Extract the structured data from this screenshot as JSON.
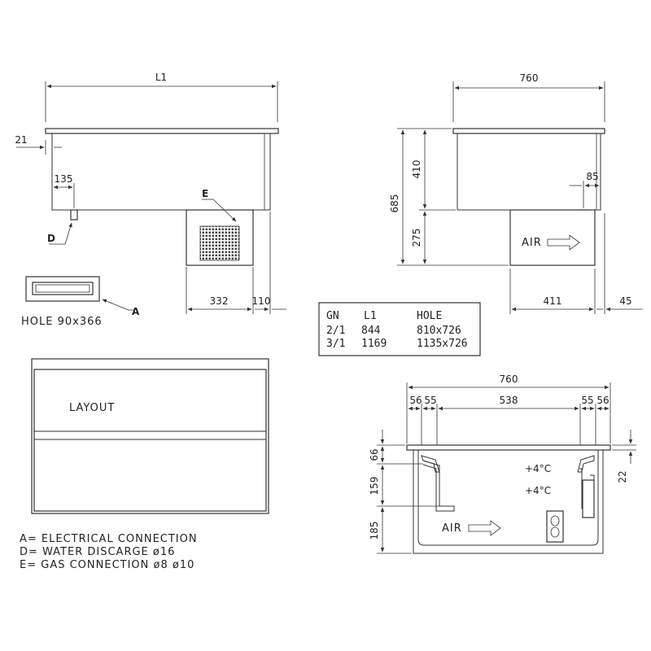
{
  "front_view": {
    "dim_length": "L1",
    "dim_lip": "21",
    "dim_drain_offset": "135",
    "dim_unit_width": "332",
    "dim_unit_offset": "110",
    "label_drain": "D",
    "label_gas": "E",
    "label_electrical": "A",
    "hole_label": "HOLE 90x366"
  },
  "side_view": {
    "dim_width": "760",
    "dim_total_height": "685",
    "dim_tank_height": "410",
    "dim_unit_height": "275",
    "dim_drain_offset": "85",
    "dim_unit_width": "411",
    "dim_unit_offset": "45",
    "air_label": "AIR"
  },
  "table": {
    "headers": [
      "GN",
      "L1",
      "HOLE"
    ],
    "rows": [
      [
        "2/1",
        "844",
        "810x726"
      ],
      [
        "3/1",
        "1169",
        "1135x726"
      ]
    ]
  },
  "layout_view": {
    "label": "LAYOUT"
  },
  "section_view": {
    "dim_width": "760",
    "dims_top": [
      "56",
      "55",
      "538",
      "55",
      "56"
    ],
    "dim_rim": "22",
    "dims_left": [
      "66",
      "159",
      "185"
    ],
    "temp_top": "+4°C",
    "temp_bottom": "+4°C",
    "air_label": "AIR"
  },
  "legend": [
    "A= ELECTRICAL CONNECTION",
    "D= WATER DISCARGE ø16",
    "E= GAS CONNECTION ø8 ø10"
  ]
}
